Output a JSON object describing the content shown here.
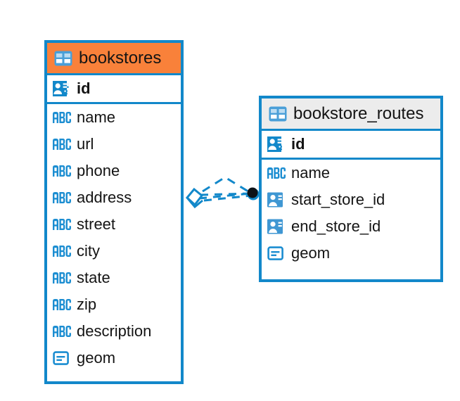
{
  "diagram": {
    "kind": "entity-relationship-diagram",
    "background_color": "#ffffff",
    "accent_color": "#1288ca",
    "highlight_color": "#f9813a",
    "neutral_header_color": "#ececec"
  },
  "entities": [
    {
      "name": "bookstores",
      "header_style": "accent-orange",
      "table_icon": "table-icon",
      "primary_key": {
        "label": "id",
        "icon": "primary-key-icon",
        "type": "pk"
      },
      "fields": [
        {
          "label": "name",
          "icon": "text-type-icon",
          "type": "text"
        },
        {
          "label": "url",
          "icon": "text-type-icon",
          "type": "text"
        },
        {
          "label": "phone",
          "icon": "text-type-icon",
          "type": "text"
        },
        {
          "label": "address",
          "icon": "text-type-icon",
          "type": "text"
        },
        {
          "label": "street",
          "icon": "text-type-icon",
          "type": "text"
        },
        {
          "label": "city",
          "icon": "text-type-icon",
          "type": "text"
        },
        {
          "label": "state",
          "icon": "text-type-icon",
          "type": "text"
        },
        {
          "label": "zip",
          "icon": "text-type-icon",
          "type": "text"
        },
        {
          "label": "description",
          "icon": "text-type-icon",
          "type": "text"
        },
        {
          "label": "geom",
          "icon": "geometry-type-icon",
          "type": "geometry"
        }
      ]
    },
    {
      "name": "bookstore_routes",
      "header_style": "accent-gray",
      "table_icon": "table-icon",
      "primary_key": {
        "label": "id",
        "icon": "primary-key-icon",
        "type": "pk"
      },
      "fields": [
        {
          "label": "name",
          "icon": "text-type-icon",
          "type": "text"
        },
        {
          "label": "start_store_id",
          "icon": "foreign-key-icon",
          "type": "fk"
        },
        {
          "label": "end_store_id",
          "icon": "foreign-key-icon",
          "type": "fk"
        },
        {
          "label": "geom",
          "icon": "geometry-type-icon",
          "type": "geometry"
        }
      ]
    }
  ],
  "relationship": {
    "from_entity": "bookstores",
    "to_entity": "bookstore_routes",
    "line_style": "dashed",
    "line_color": "#1288ca",
    "source_marker": "crows-foot-diamond-marker",
    "target_marker": "filled-circle-marker"
  }
}
